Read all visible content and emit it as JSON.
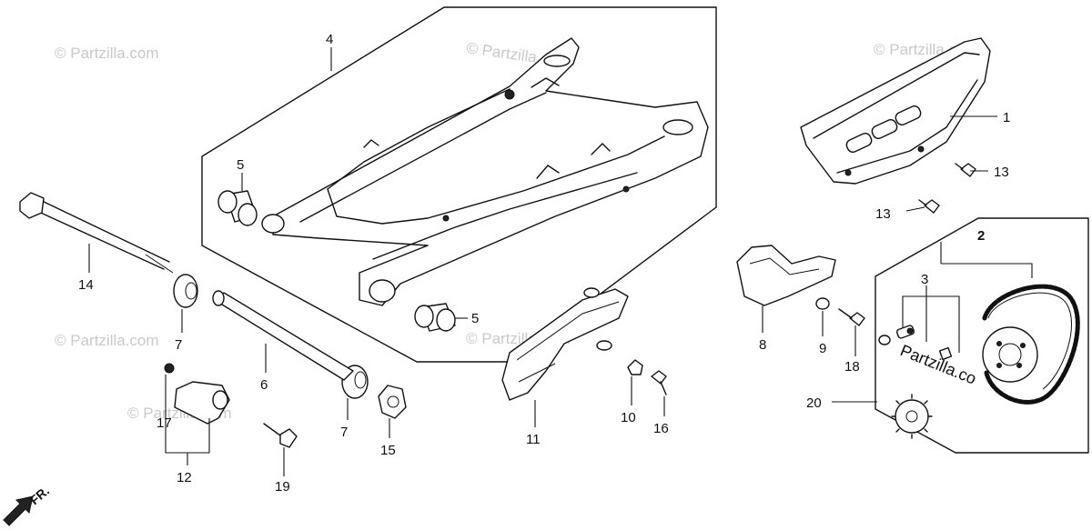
{
  "watermarks": [
    "© Partzilla.com",
    "© Partzilla.com",
    "© Partzilla.com",
    "© Partzilla.com",
    "© Partzilla.com",
    "© Partzilla.com",
    "Partzilla.co"
  ],
  "direction_label": "FR.",
  "callouts": {
    "c1": "1",
    "c2": "2",
    "c3": "3",
    "c4": "4",
    "c5a": "5",
    "c5b": "5",
    "c6": "6",
    "c7a": "7",
    "c7b": "7",
    "c8": "8",
    "c9": "9",
    "c10": "10",
    "c11": "11",
    "c12": "12",
    "c13a": "13",
    "c13b": "13",
    "c14": "14",
    "c15": "15",
    "c16": "16",
    "c17": "17",
    "c18": "18",
    "c19": "19",
    "c20": "20"
  }
}
